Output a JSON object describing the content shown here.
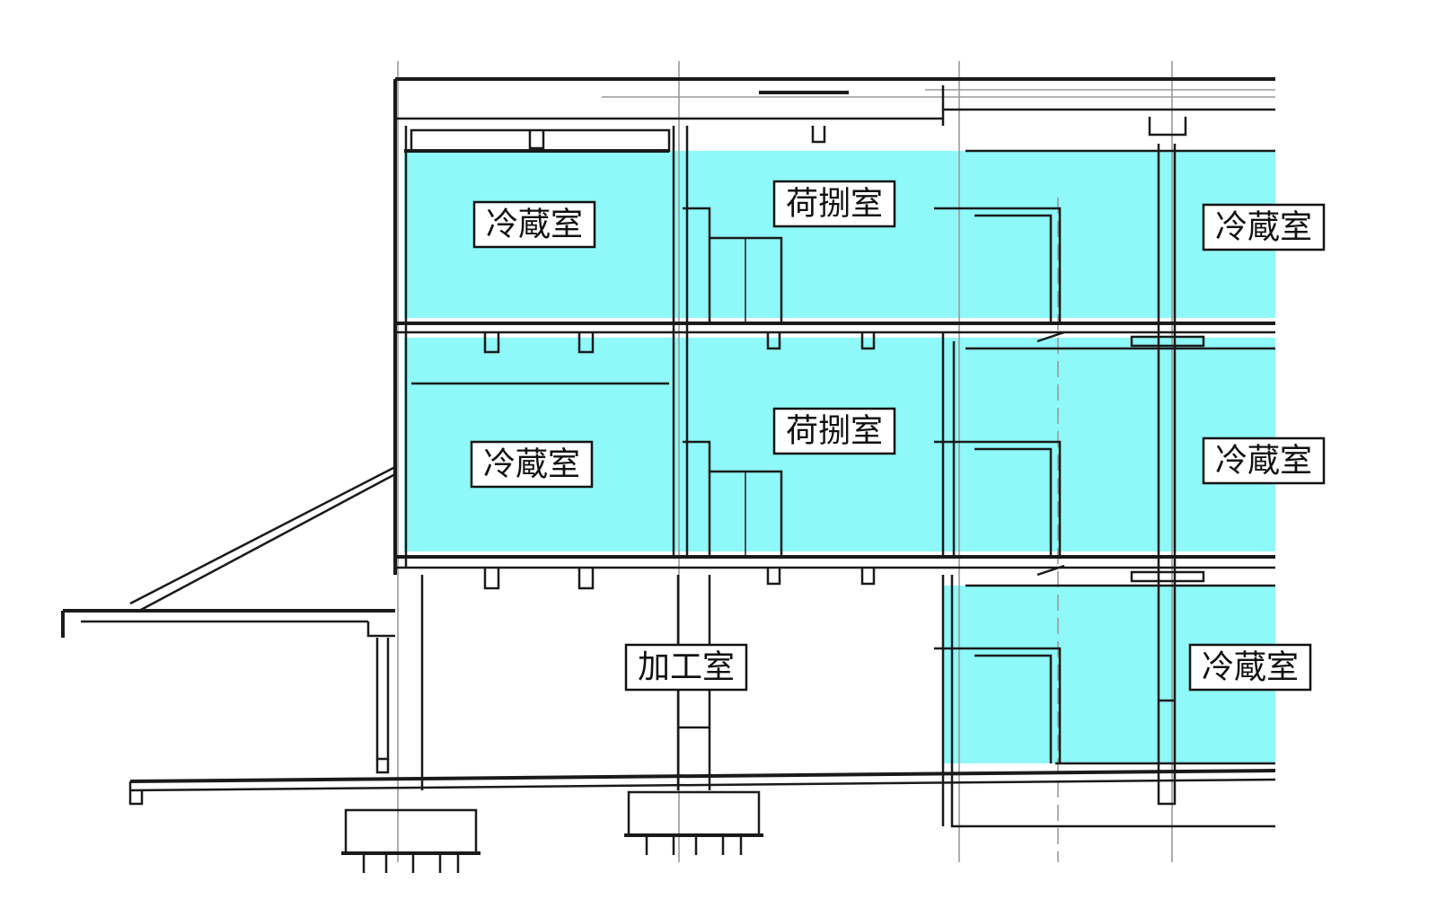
{
  "colors": {
    "cold_zone": "#8ff8f8",
    "line": "#1a1a1a",
    "grid": "#9a9a9a",
    "label_bg": "#ffffff"
  },
  "rooms": {
    "cold_room_3f_left": "冷蔵室",
    "loading_room_3f": "荷捌室",
    "cold_room_3f_right": "冷蔵室",
    "cold_room_2f_left": "冷蔵室",
    "loading_room_2f": "荷捌室",
    "cold_room_2f_right": "冷蔵室",
    "processing_room_1f": "加工室",
    "cold_room_1f_right": "冷蔵室"
  }
}
